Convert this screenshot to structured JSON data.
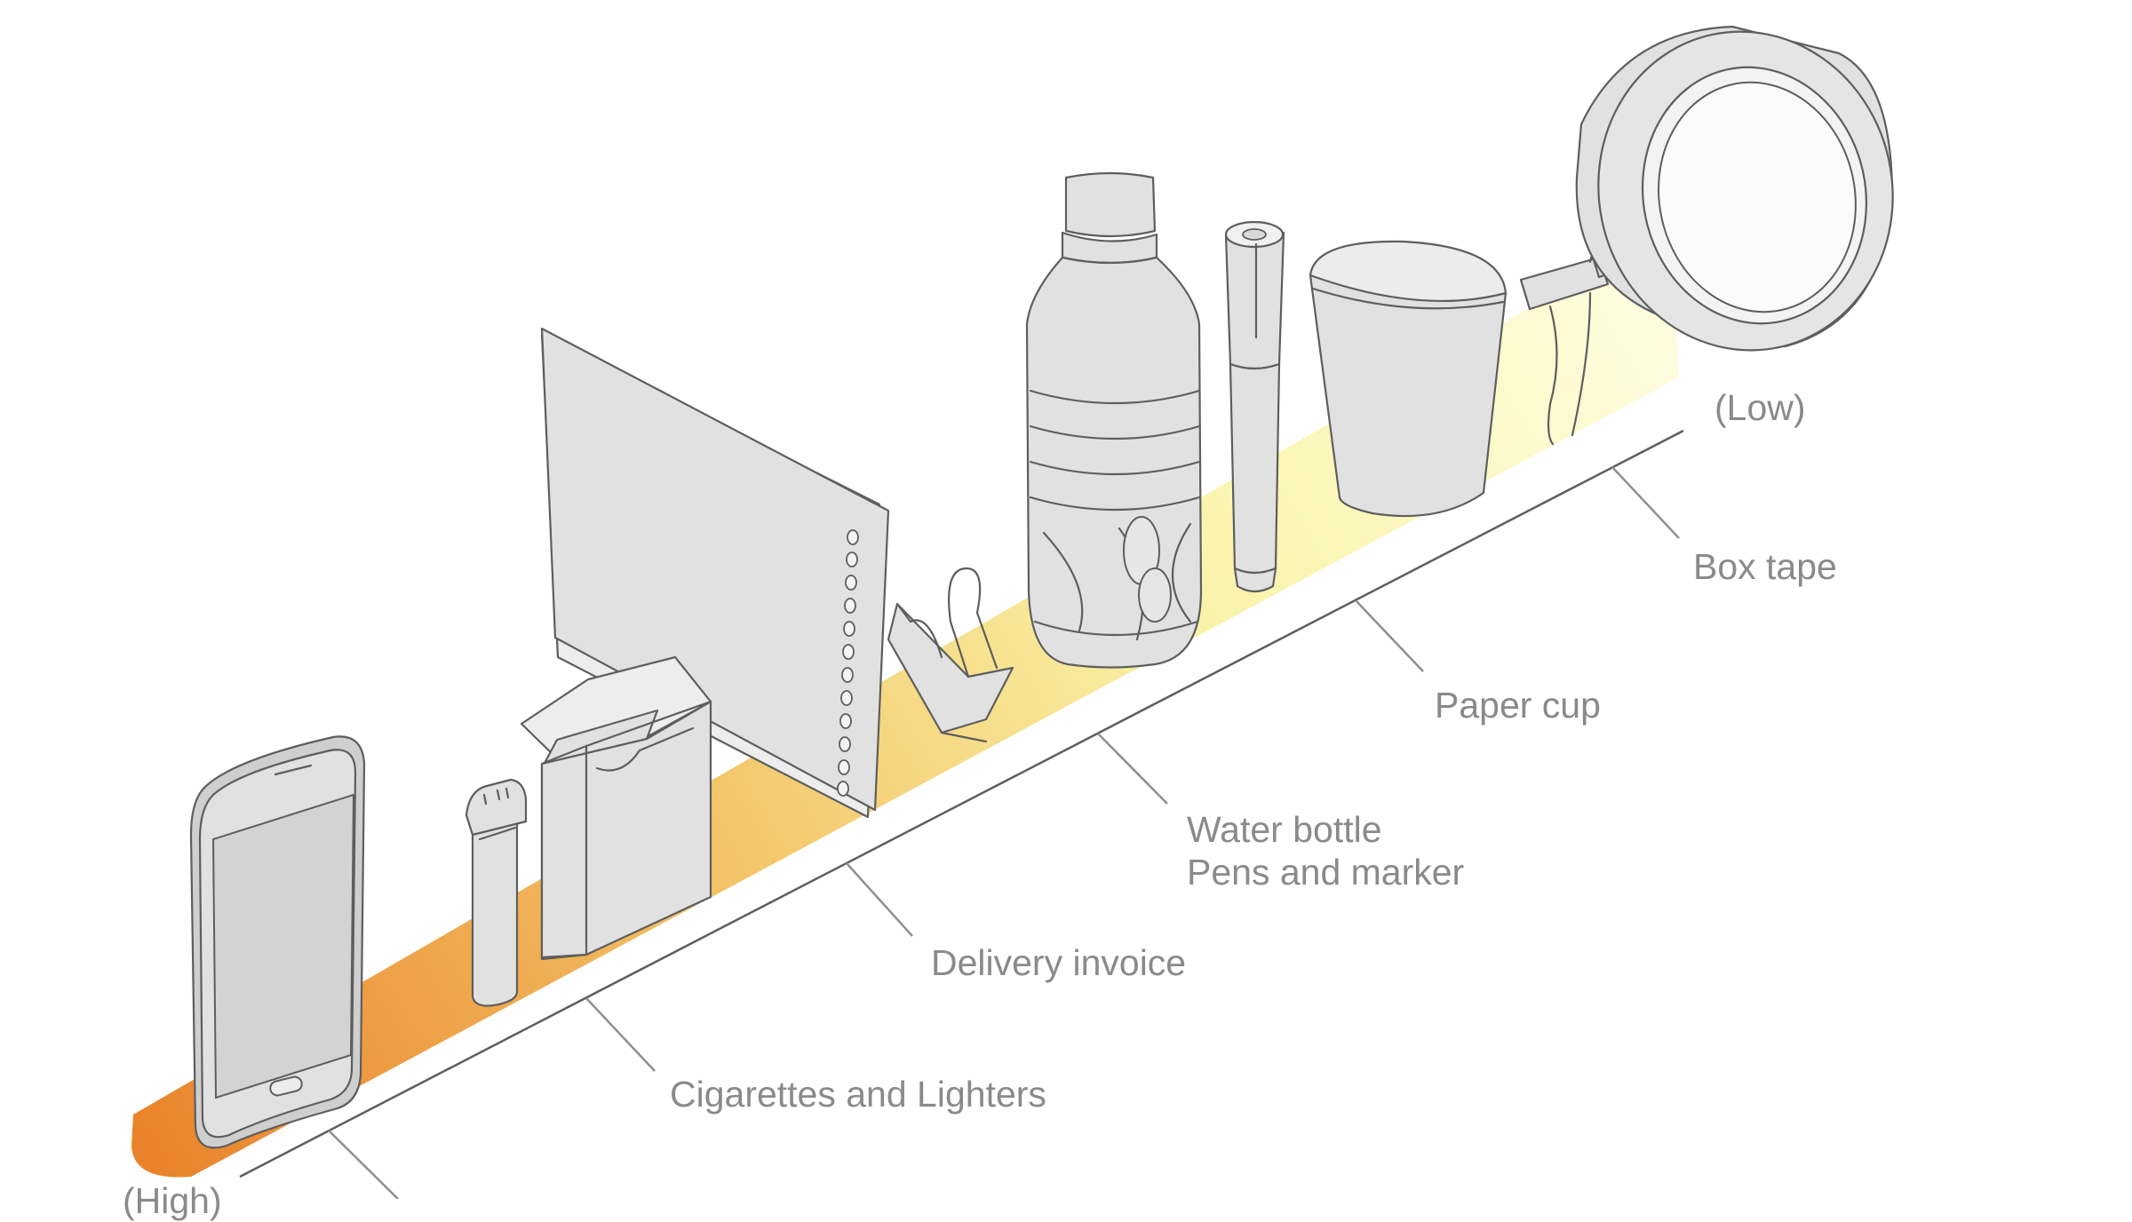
{
  "scale": {
    "high_label": "(High)",
    "low_label": "(Low)",
    "gradient_colors": [
      "#e9822a",
      "#f3c66a",
      "#f9f3a8",
      "#fffde2"
    ]
  },
  "items": [
    {
      "label": "Cigarettes and Lighters"
    },
    {
      "label": "Delivery invoice"
    },
    {
      "label": "Water bottle",
      "label2": "Pens and marker"
    },
    {
      "label": "Paper cup"
    },
    {
      "label": "Box tape"
    }
  ],
  "objects": [
    {
      "name": "smartphone-icon"
    },
    {
      "name": "lighter-icon"
    },
    {
      "name": "cigarette-pack-icon"
    },
    {
      "name": "invoice-paper-icon"
    },
    {
      "name": "binder-clip-icon"
    },
    {
      "name": "water-bottle-icon"
    },
    {
      "name": "marker-pen-icon"
    },
    {
      "name": "paper-cup-icon"
    },
    {
      "name": "charging-cable-icon"
    },
    {
      "name": "box-tape-roll-icon"
    }
  ]
}
